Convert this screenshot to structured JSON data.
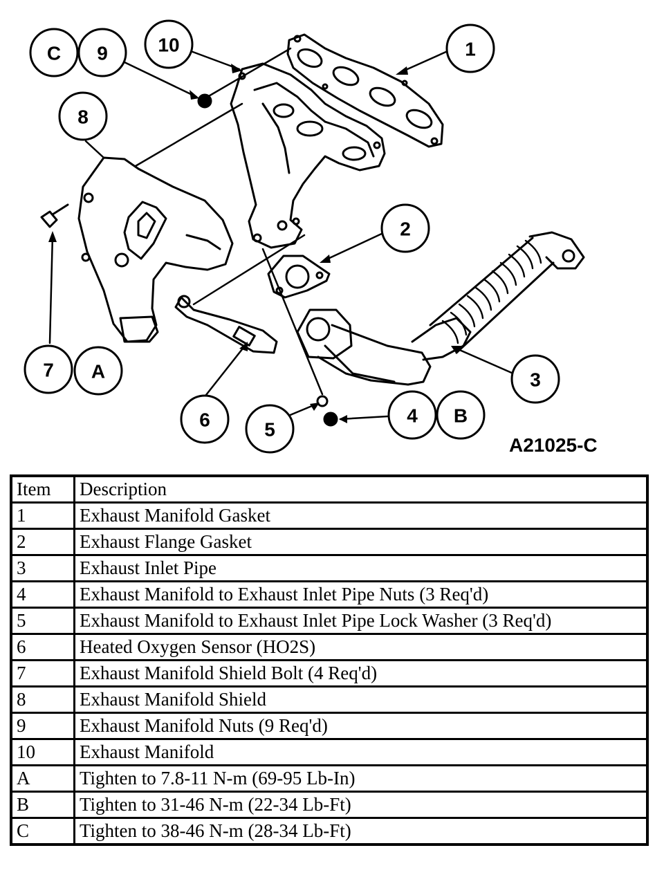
{
  "figure_id": "A21025-C",
  "callouts": [
    "C",
    "9",
    "10",
    "1",
    "8",
    "2",
    "3",
    "7",
    "A",
    "6",
    "5",
    "4",
    "B"
  ],
  "table": {
    "headers": [
      "Item",
      "Description"
    ],
    "rows": [
      [
        "1",
        "Exhaust Manifold Gasket"
      ],
      [
        "2",
        "Exhaust Flange Gasket"
      ],
      [
        "3",
        "Exhaust Inlet Pipe"
      ],
      [
        "4",
        "Exhaust Manifold to Exhaust Inlet Pipe Nuts (3 Req'd)"
      ],
      [
        "5",
        "Exhaust Manifold to Exhaust Inlet Pipe Lock Washer (3 Req'd)"
      ],
      [
        "6",
        "Heated Oxygen Sensor (HO2S)"
      ],
      [
        "7",
        "Exhaust Manifold Shield Bolt (4 Req'd)"
      ],
      [
        "8",
        "Exhaust Manifold Shield"
      ],
      [
        "9",
        "Exhaust Manifold Nuts (9 Req'd)"
      ],
      [
        "10",
        "Exhaust Manifold"
      ],
      [
        "A",
        "Tighten to 7.8-11 N-m (69-95 Lb-In)"
      ],
      [
        "B",
        "Tighten to 31-46 N-m (22-34 Lb-Ft)"
      ],
      [
        "C",
        "Tighten to 38-46 N-m (28-34 Lb-Ft)"
      ]
    ]
  }
}
